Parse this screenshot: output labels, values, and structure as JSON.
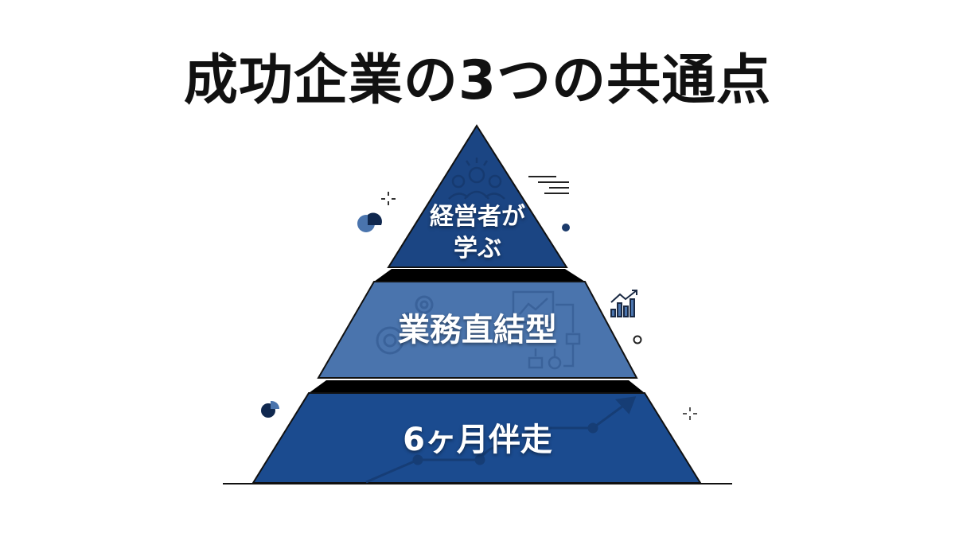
{
  "title": "成功企業の3つの共通点",
  "colors": {
    "top_tier": "#1b4583",
    "middle_tier": "#4a74ad",
    "bottom_tier": "#1b4b8f",
    "shadow": "#000000",
    "outline": "#111111",
    "title_text": "#111111"
  },
  "pyramid": {
    "tiers": [
      {
        "level": "top",
        "label_line1": "経営者が",
        "label_line2": "学ぶ",
        "watermark_icon": "team-leader-icon"
      },
      {
        "level": "middle",
        "label": "業務直結型",
        "watermark_icons": [
          "gears-icon",
          "flowchart-icon",
          "line-chart-icon"
        ]
      },
      {
        "level": "bottom",
        "label": "6ヶ月伴走",
        "watermark_icon": "growth-arrow-line-icon"
      }
    ]
  },
  "decorations": [
    "sparkle-icon",
    "pie-circle-icon",
    "speed-lines-icon",
    "dot-icon",
    "bar-chart-growth-icon",
    "ring-icon",
    "pie-chart-icon",
    "sparkle-icon"
  ]
}
